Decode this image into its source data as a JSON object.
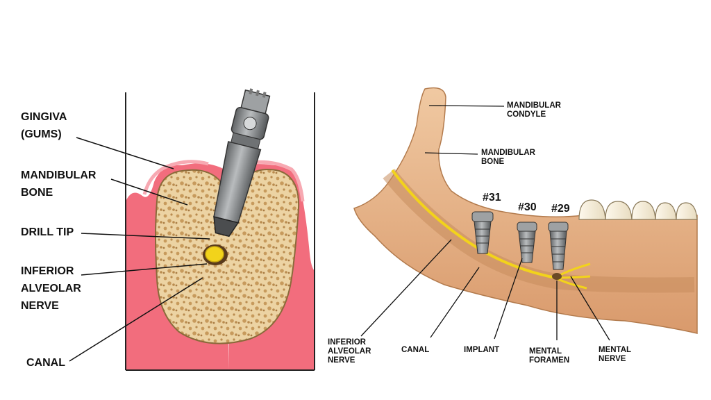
{
  "left_panel": {
    "labels": {
      "gingiva": [
        "GINGIVA",
        "(GUMS)"
      ],
      "mandibular_bone": [
        "MANDIBULAR",
        "BONE"
      ],
      "drill_tip": [
        "DRILL TIP"
      ],
      "inferior_alveolar_nerve": [
        "INFERIOR",
        "ALVEOLAR",
        "NERVE"
      ],
      "canal": [
        "CANAL"
      ]
    }
  },
  "right_panel": {
    "labels": {
      "mandibular_condyle": [
        "MANDIBULAR",
        "CONDYLE"
      ],
      "mandibular_bone": [
        "MANDIBULAR",
        "BONE"
      ],
      "inferior_alveolar_nerve": [
        "INFERIOR",
        "ALVEOLAR",
        "NERVE"
      ],
      "canal": [
        "CANAL"
      ],
      "implant": [
        "IMPLANT"
      ],
      "mental_foramen": [
        "MENTAL",
        "FORAMEN"
      ],
      "mental_nerve": [
        "MENTAL",
        "NERVE"
      ]
    },
    "tooth_numbers": [
      "#31",
      "#30",
      "#29"
    ]
  },
  "colors": {
    "gum": "#f26d7d",
    "gum_light": "#f7a9b2",
    "bone": "#e9cf9c",
    "bone_dark": "#c8a064",
    "nerve": "#f2d31b",
    "metal": "#8a8d8f",
    "jaw": "#e8b98f"
  }
}
